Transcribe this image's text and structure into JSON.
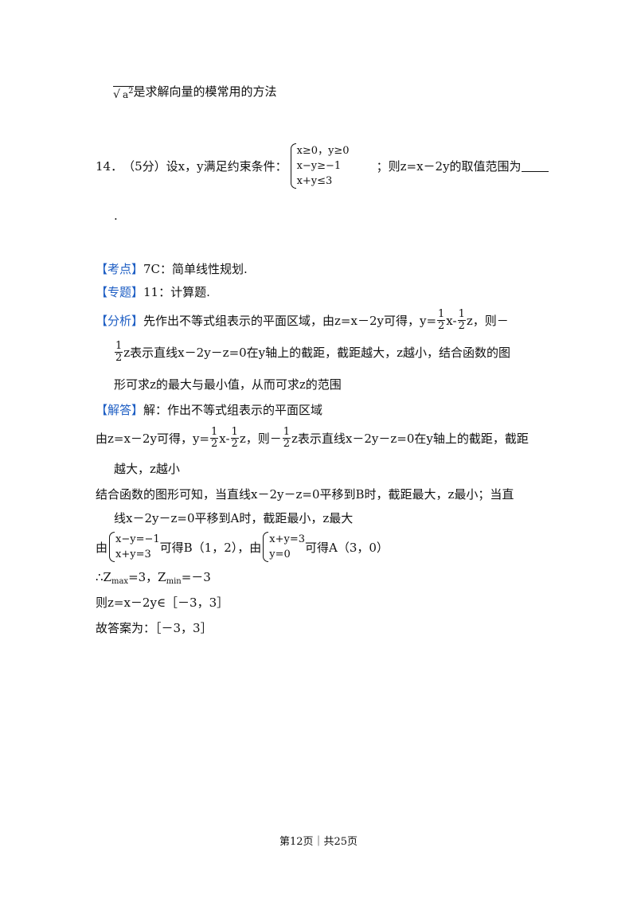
{
  "top_line": {
    "math": "a",
    "exp": "2",
    "text": "是求解向量的模常用的方法"
  },
  "q14": {
    "number": "14．",
    "score": "（5分）",
    "prefix": "设x，y满足约束条件：",
    "constraints": [
      "x≥0，y≥0",
      "x−y≥−1",
      "x+y≤3"
    ],
    "suffix": "；则z=x－2y的取值范围为",
    "trailing_dot": "."
  },
  "kaodian": {
    "tag": "【考点】",
    "text": "7C：简单线性规划."
  },
  "zhuanti": {
    "tag": "【专题】",
    "text": "11：计算题."
  },
  "fenxi": {
    "tag": "【分析】",
    "l1a": "先作出不等式组表示的平面区域，由z=x－2y可得，y=",
    "half_num": "1",
    "half_den": "2",
    "l1b": "x-",
    "l1c": "z，则－",
    "l2": "z表示直线x－2y－z=0在y轴上的截距，截距越大，z越小，结合函数的图",
    "l3": "形可求z的最大与最小值，从而可求z的范围"
  },
  "jieda": {
    "tag": "【解答】",
    "l1": "解：作出不等式组表示的平面区域",
    "l2a": "由z=x－2y可得，y=",
    "l2b": "x-",
    "l2c": "z，则－",
    "l2d": "z表示直线x－2y－z=0在y轴上的截距，截距",
    "l3": "越大，z越小",
    "l4": "结合函数的图形可知，当直线x－2y－z=0平移到B时，截距最大，z最小；当直",
    "l5": "线x－2y－z=0平移到A时，截距最小，z最大",
    "sys1": [
      "x−y=−1",
      "x+y=3"
    ],
    "sys2": [
      "x+y=3",
      "y=0"
    ],
    "l6a": "由",
    "l6b": "可得B（1，2），由",
    "l6c": "可得A（3，0）",
    "l7a": "∴Z",
    "l7max": "max",
    "l7b": "=3，Z",
    "l7min": "min",
    "l7c": "=－3",
    "l8": "则z=x－2y∈［－3，3］",
    "l9": "故答案为：［－3，3］"
  },
  "footer": "第12页｜共25页"
}
